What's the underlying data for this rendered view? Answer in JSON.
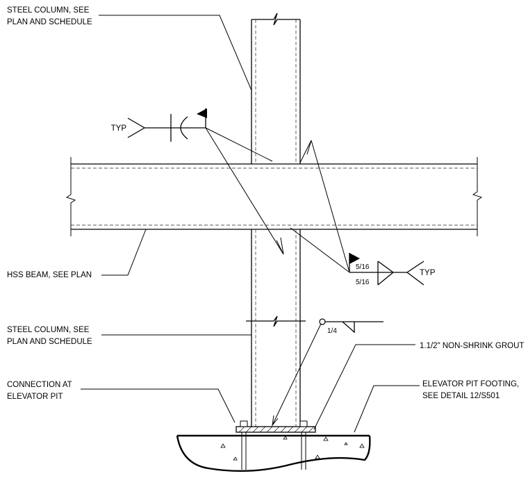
{
  "labels": {
    "col_top_1": "STEEL COLUMN, SEE",
    "col_top_2": "PLAN AND SCHEDULE",
    "beam_1": "HSS BEAM, SEE PLAN",
    "col_bot_1": "STEEL COLUMN, SEE",
    "col_bot_2": "PLAN AND SCHEDULE",
    "conn_1": "CONNECTION AT",
    "conn_2": "ELEVATOR PIT",
    "grout": "1.1/2\" NON-SHRINK GROUT",
    "footing_1": "ELEVATOR PIT FOOTING,",
    "footing_2": "SEE DETAIL 12/S501"
  },
  "welds": {
    "top_typ": "TYP",
    "right_typ": "TYP",
    "right_size_top": "5/16",
    "right_size_bottom": "5/16",
    "base_size": "1/4"
  }
}
